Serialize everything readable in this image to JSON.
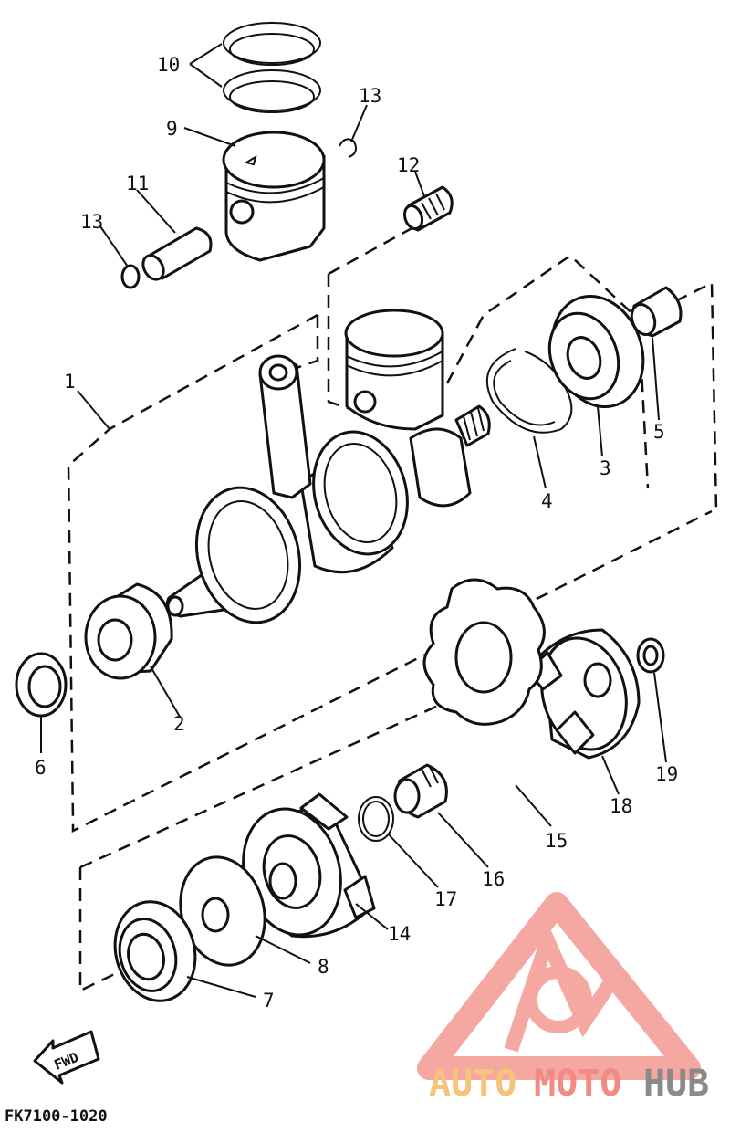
{
  "diagram": {
    "parts": [
      {
        "label": "1"
      },
      {
        "label": "2"
      },
      {
        "label": "3"
      },
      {
        "label": "4"
      },
      {
        "label": "5"
      },
      {
        "label": "6"
      },
      {
        "label": "7"
      },
      {
        "label": "8"
      },
      {
        "label": "9"
      },
      {
        "label": "10"
      },
      {
        "label": "11"
      },
      {
        "label": "12"
      },
      {
        "label": "13"
      },
      {
        "label": "13"
      },
      {
        "label": "14"
      },
      {
        "label": "15"
      },
      {
        "label": "16"
      },
      {
        "label": "17"
      },
      {
        "label": "18"
      },
      {
        "label": "19"
      }
    ],
    "fwd_arrow_label": "FWD",
    "figure_code": "FK7100-1020"
  },
  "watermark": {
    "part1": "AUTO",
    "part2": "MOTO",
    "part3": "HUB",
    "colors": {
      "auto": "#f5c47a",
      "moto": "#f28b82",
      "hub": "#8a8a8a",
      "logo": "#f28b82"
    }
  },
  "colors": {
    "ink": "#111111",
    "paper": "#ffffff"
  }
}
